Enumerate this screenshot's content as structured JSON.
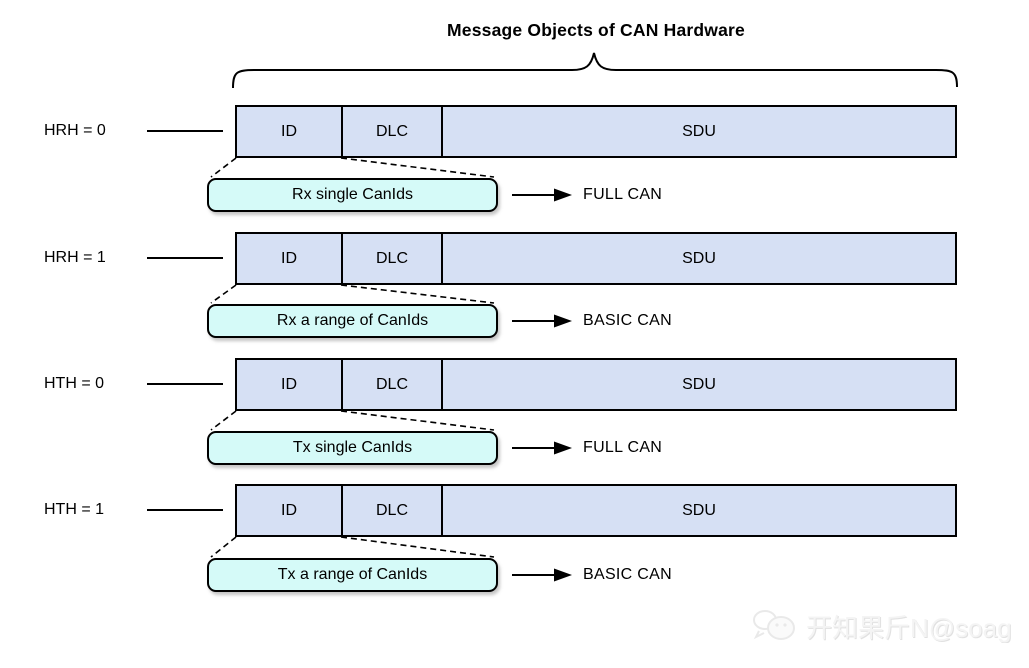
{
  "title": "Message Objects of CAN Hardware",
  "colors": {
    "frame_fill": "#d6e0f4",
    "callout_fill": "#d5faf8",
    "line": "#000000",
    "background": "#ffffff"
  },
  "rows": [
    {
      "label": "HRH = 0",
      "fields": [
        "ID",
        "DLC",
        "SDU"
      ],
      "callout": "Rx single CanIds",
      "result": "FULL CAN"
    },
    {
      "label": "HRH = 1",
      "fields": [
        "ID",
        "DLC",
        "SDU"
      ],
      "callout": "Rx a range of CanIds",
      "result": "BASIC CAN"
    },
    {
      "label": "HTH = 0",
      "fields": [
        "ID",
        "DLC",
        "SDU"
      ],
      "callout": "Tx single CanIds",
      "result": "FULL CAN"
    },
    {
      "label": "HTH = 1",
      "fields": [
        "ID",
        "DLC",
        "SDU"
      ],
      "callout": "Tx a range of CanIds",
      "result": "BASIC CAN"
    }
  ],
  "watermark": {
    "icon": "wechat-smiley-icon",
    "text": "开知果斤N@soag"
  }
}
